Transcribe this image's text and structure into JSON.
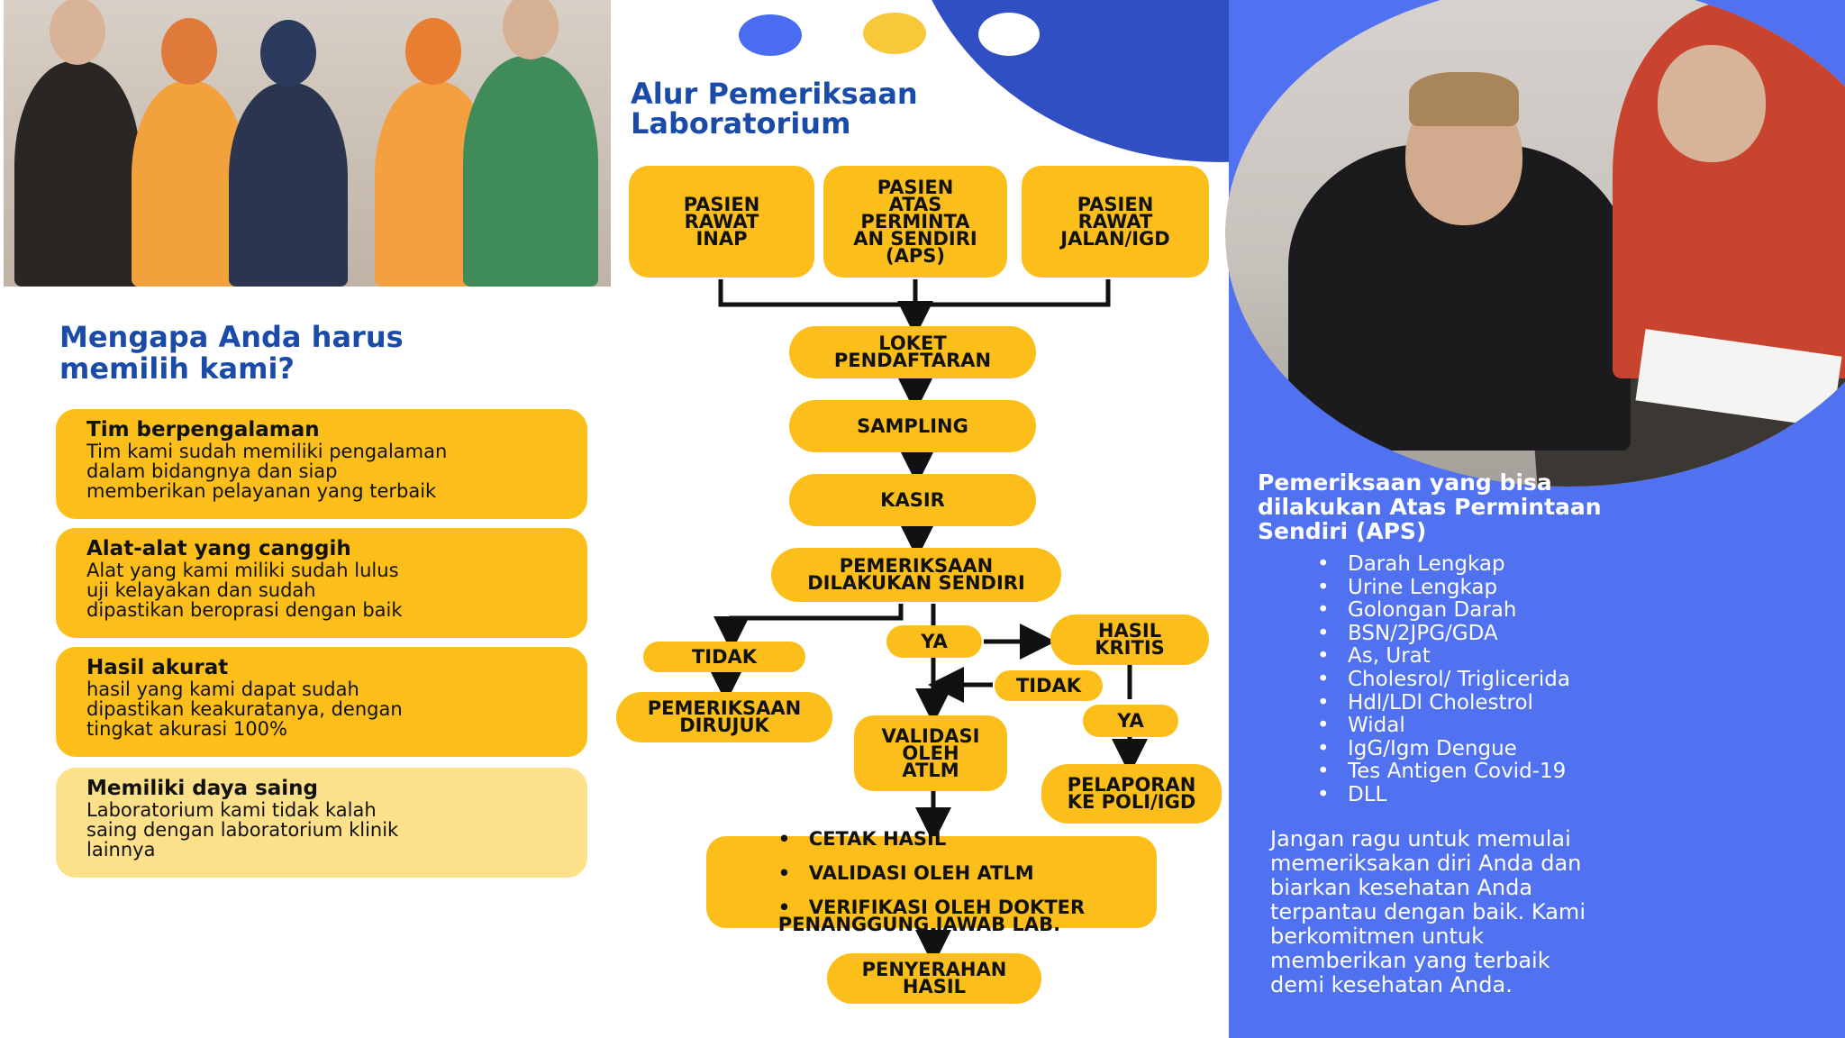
{
  "flow_title": "Alur Pemeriksaan\nLaboratorium",
  "why_title": "Mengapa Anda harus\nmemilih kami?",
  "cards": [
    {
      "title": "Tim berpengalaman",
      "text": "Tim kami sudah memiliki pengalaman\ndalam bidangnya dan siap\nmemberikan pelayanan yang terbaik"
    },
    {
      "title": "Alat-alat yang canggih",
      "text": "Alat yang kami miliki sudah lulus\nuji kelayakan dan sudah\ndipastikan beroprasi dengan baik"
    },
    {
      "title": "Hasil akurat",
      "text": "hasil yang kami dapat sudah\ndipastikan keakuratanya, dengan\ntingkat akurasi 100%"
    },
    {
      "title": "Memiliki daya saing",
      "text": "Laboratorium kami tidak kalah\nsaing dengan laboratorium klinik\nlainnya"
    }
  ],
  "flow": {
    "rawat_inap": "PASIEN\nRAWAT\nINAP",
    "aps": "PASIEN\nATAS\nPERMINTA\nAN SENDIRI\n(APS)",
    "rawat_jalan": "PASIEN\nRAWAT\nJALAN/IGD",
    "loket": "LOKET\nPENDAFTARAN",
    "sampling": "SAMPLING",
    "kasir": "KASIR",
    "pemeriksaan": "PEMERIKSAAN\nDILAKUKAN SENDIRI",
    "tidak1": "TIDAK",
    "ya1": "YA",
    "hasil_kritis": "HASIL\nKRITIS",
    "dirujuk": "PEMERIKSAAN\nDIRUJUK",
    "tidak2": "TIDAK",
    "validasi": "VALIDASI\nOLEH\nATLM",
    "ya2": "YA",
    "pelaporan": "PELAPORAN\nKE POLI/IGD",
    "steps": [
      "CETAK HASIL",
      "VALIDASI OLEH ATLM",
      "VERIFIKASI OLEH DOKTER\nPENANGGUNG JAWAB LAB."
    ],
    "penyerahan": "PENYERAHAN\nHASIL"
  },
  "aps_title": "Pemeriksaan yang bisa\ndilakukan Atas Permintaan\nSendiri (APS)",
  "aps_items": [
    "Darah Lengkap",
    "Urine Lengkap",
    "Golongan Darah",
    "BSN/2JPG/GDA",
    "As, Urat",
    "Cholesrol/ Triglicerida",
    "Hdl/LDl Cholestrol",
    "Widal",
    "IgG/Igm Dengue",
    "Tes Antigen Covid-19",
    "DLL"
  ],
  "closing": "Jangan ragu untuk memulai\nmemeriksakan diri Anda dan\nbiarkan kesehatan Anda\nterpantau dengan baik. Kami\nberkomitmen untuk\nmemberikan yang terbaik\ndemi kesehatan Anda.",
  "colors": {
    "yellow": "#fbbe1a",
    "blue": "#5071f0",
    "dark_blue": "#2f4fc2",
    "heading_blue": "#1a4ba8"
  }
}
